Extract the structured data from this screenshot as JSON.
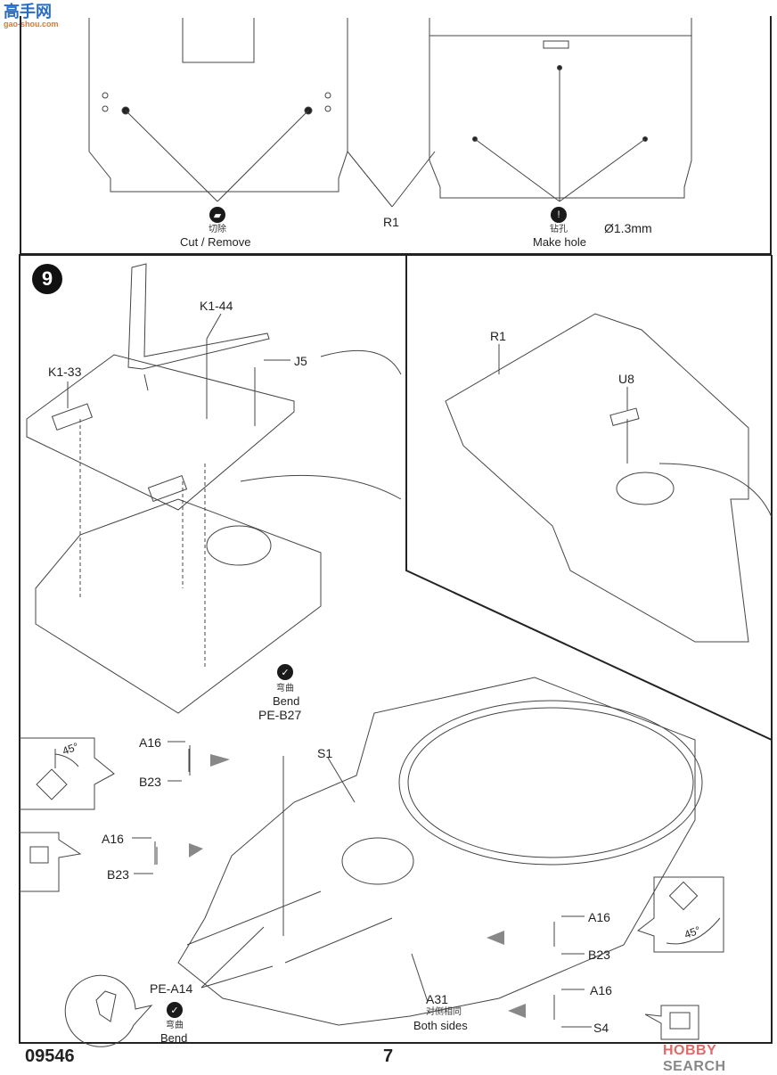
{
  "logo": {
    "text_top": "高手网",
    "text_bottom": "gao-shou.com"
  },
  "top_panel": {
    "cut": {
      "cn": "切除",
      "en": "Cut / Remove",
      "icon": "cut-icon"
    },
    "part_label": "R1",
    "hole": {
      "cn": "钻孔",
      "en": "Make hole",
      "icon": "drill-icon",
      "diameter": "Ø1.3mm"
    }
  },
  "step9": {
    "number": "9",
    "left_labels": {
      "k1_44": "K1-44",
      "k1_33": "K1-33",
      "j5": "J5"
    },
    "right_labels": {
      "r1": "R1",
      "u8": "U8"
    },
    "bend_top": {
      "cn": "弯曲",
      "en": "Bend",
      "part": "PE-B27"
    },
    "s1": "S1",
    "left_subparts": [
      {
        "a": "A16",
        "b": "B23"
      },
      {
        "a": "A16",
        "b": "B23"
      }
    ],
    "right_subparts": [
      {
        "a": "A16",
        "b": "B23"
      },
      {
        "a": "A16",
        "b": "S4"
      }
    ],
    "angle_left": "45°",
    "angle_right": "45°",
    "pe_a14": {
      "part": "PE-A14",
      "cn": "弯曲",
      "en": "Bend"
    },
    "a31": {
      "part": "A31",
      "cn": "对侧相同",
      "en": "Both sides"
    }
  },
  "footer": {
    "code": "09546",
    "page": "7"
  },
  "watermark": {
    "prefix": "HOBBY",
    "suffix": " SEARCH",
    "color_prefix": "#e06a6a",
    "color_suffix": "#888888"
  }
}
